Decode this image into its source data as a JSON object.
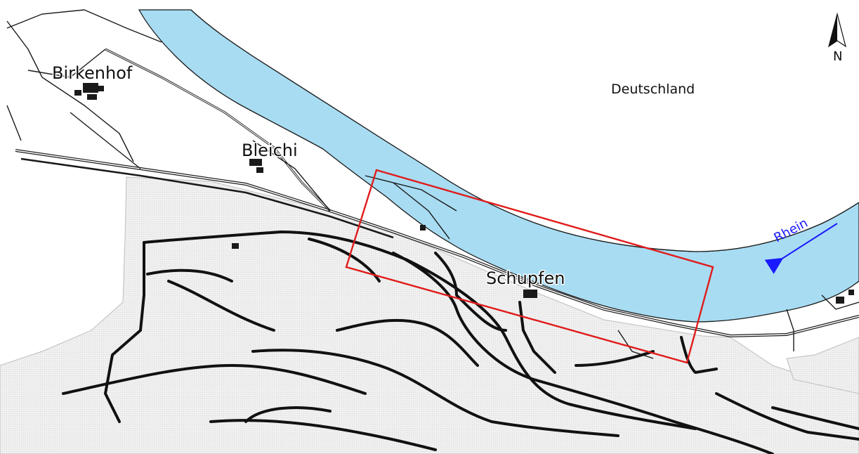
{
  "map": {
    "labels": {
      "birkenhof": "Birkenhof",
      "bleichi": "Bleichi",
      "deutschland": "Deutschland",
      "schupfen": "Schupfen",
      "rhein": "Rhein",
      "north": "N"
    },
    "colors": {
      "river": "#a8dcf2",
      "forest": "#eeeeee",
      "road": "#1a1a1a",
      "study_area": "#e01b1b",
      "river_label": "#1a1aff"
    },
    "icons": {
      "north_arrow": "north-arrow-icon",
      "flow_direction": "arrow-left-icon"
    }
  }
}
